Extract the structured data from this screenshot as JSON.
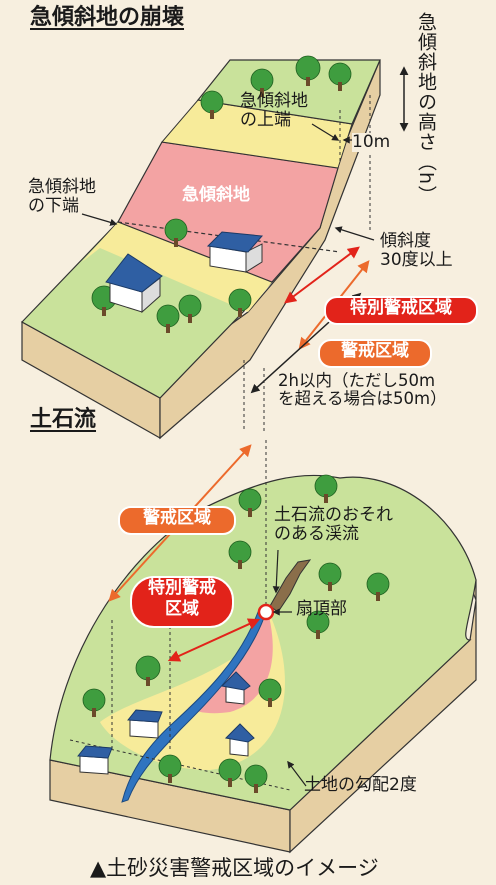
{
  "slope_section": {
    "heading": "急傾斜地の崩壊",
    "height_label": "急傾斜地の高さ（h）",
    "top_edge_label": "急傾斜地\nの上端",
    "ten_m_label": "10m",
    "bottom_edge_label": "急傾斜地\nの下端",
    "slope_area_label": "急傾斜地",
    "angle_label": "傾斜度\n30度以上",
    "special_zone_label": "特別警戒区域",
    "warning_zone_label": "警戒区域",
    "distance_label": "2h以内（ただし50m\nを超える場合は50m）"
  },
  "debris_section": {
    "heading": "土石流",
    "warning_zone_label": "警戒区域",
    "special_zone_label": "特別警戒\n区域",
    "stream_label": "土石流のおそれ\nのある渓流",
    "fan_top_label": "扇頂部",
    "gradient_label": "土地の勾配2度"
  },
  "caption": "▲土砂災害警戒区域のイメージ",
  "colors": {
    "background": "#f7efdf",
    "slope_pink": "#f3a3a3",
    "special_red": "#e2231a",
    "warning_orange": "#ec6a2c",
    "yellow_band": "#f7eb9a",
    "grass_green": "#c9e29b",
    "tree_green": "#3f9d3f",
    "soil": "#e6cfa3",
    "house_roof": "#2f5fa3",
    "stream_blue": "#2f74c0"
  }
}
